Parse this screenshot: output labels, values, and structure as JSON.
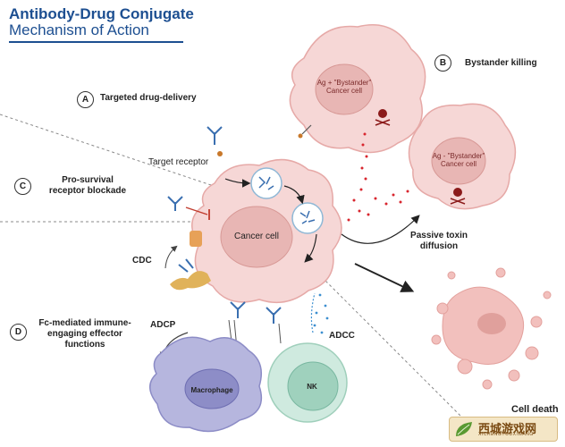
{
  "header": {
    "title": "Antibody-Drug Conjugate",
    "subtitle": "Mechanism of Action"
  },
  "sections": {
    "a": {
      "badge": "A",
      "label": "Targeted drug-delivery"
    },
    "b": {
      "badge": "B",
      "label": "Bystander killing"
    },
    "c": {
      "badge": "C",
      "label": "Pro-survival receptor blockade"
    },
    "d": {
      "badge": "D",
      "label": "Fc-mediated immune-engaging effector functions"
    }
  },
  "labels": {
    "target_receptor": "Target receptor",
    "cancer_cell": "Cancer cell",
    "bystander_pos": "Ag + \"Bystander\" Cancer cell",
    "bystander_neg": "Ag - \"Bystander\" Cancer cell",
    "passive_diffusion": "Passive toxin diffusion",
    "cdc": "CDC",
    "adcp": "ADCP",
    "adcc": "ADCC",
    "macrophage": "Macrophage",
    "nk": "NK",
    "cell_death": "Cell death"
  },
  "watermark": {
    "text": "西城游戏网",
    "sub": "XICHENGYOUXIWANG"
  },
  "colors": {
    "title": "#1d4f91",
    "cancer_cell": "#f6d7d6",
    "cancer_nucleus": "#e5aaa8",
    "macrophage": "#b6b6de",
    "nk": "#cfeadf",
    "toxin": "#d8262e"
  }
}
